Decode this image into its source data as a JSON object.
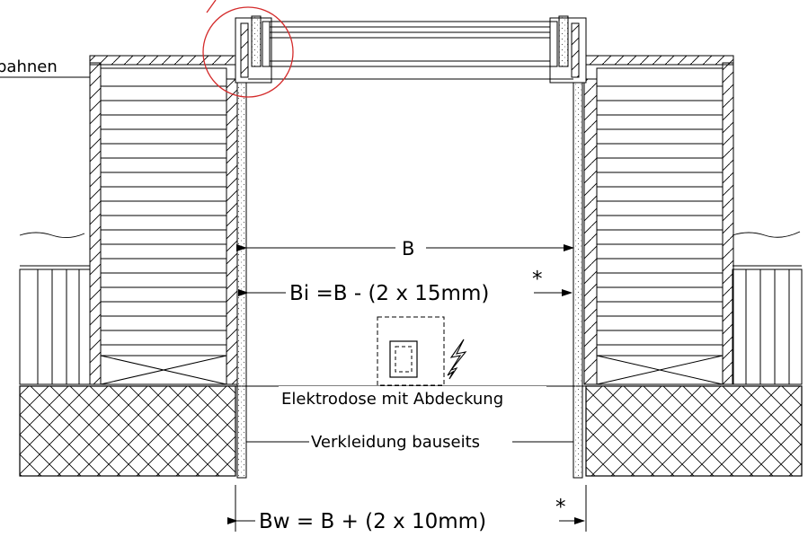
{
  "labels": {
    "membrane_partial": "bahnen",
    "dim_b": "B",
    "dim_bi": "Bi =B - (2 x 15mm)",
    "dim_bi_star": "*",
    "electrical_box": "Elektrodose mit Abdeckung",
    "cladding": "Verkleidung bauseits",
    "dim_bw": "Bw = B + (2 x 10mm)",
    "dim_bw_star": "*"
  },
  "colors": {
    "lines": "#000000",
    "highlight_circle": "#d42b2b",
    "background": "#ffffff"
  }
}
